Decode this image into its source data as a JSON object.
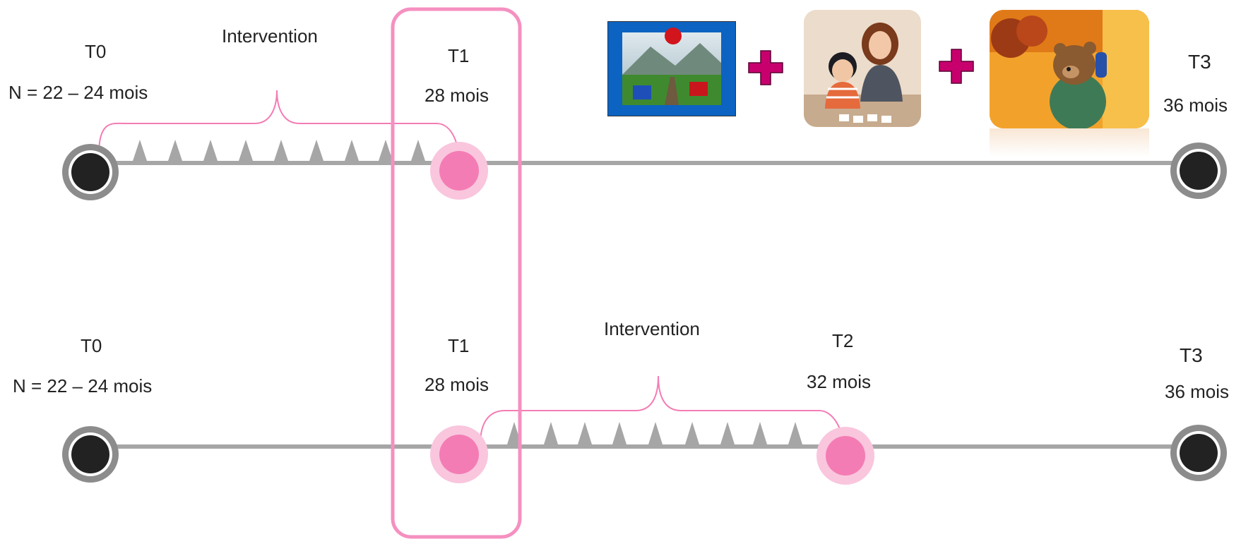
{
  "row1": {
    "t0_label": "T0",
    "t0_age": "N = 22 – 24 mois",
    "intervention_label": "Intervention",
    "t1_label": "T1",
    "t1_age": "28 mois",
    "t3_label": "T3",
    "t3_age": "36 mois"
  },
  "row2": {
    "t0_label": "T0",
    "t0_age": "N = 22 – 24 mois",
    "t1_label": "T1",
    "t1_age": "28 mois",
    "intervention_label": "Intervention",
    "t2_label": "T2",
    "t2_age": "32 mois",
    "t3_label": "T3",
    "t3_age": "36 mois"
  },
  "icons": {
    "image1": "game-board-image",
    "image2": "mother-child-cards-image",
    "image3": "bear-storybook-image",
    "plus": "plus-icon"
  },
  "colors": {
    "pink": "#f47cb4",
    "pink_light": "#f9c6dd",
    "magenta_plus": "#c8006e",
    "timeline_gray": "#a6a6a6",
    "node_dark": "#222222",
    "node_ring": "#8c8c8c",
    "highlight_box": "#f590c0"
  }
}
